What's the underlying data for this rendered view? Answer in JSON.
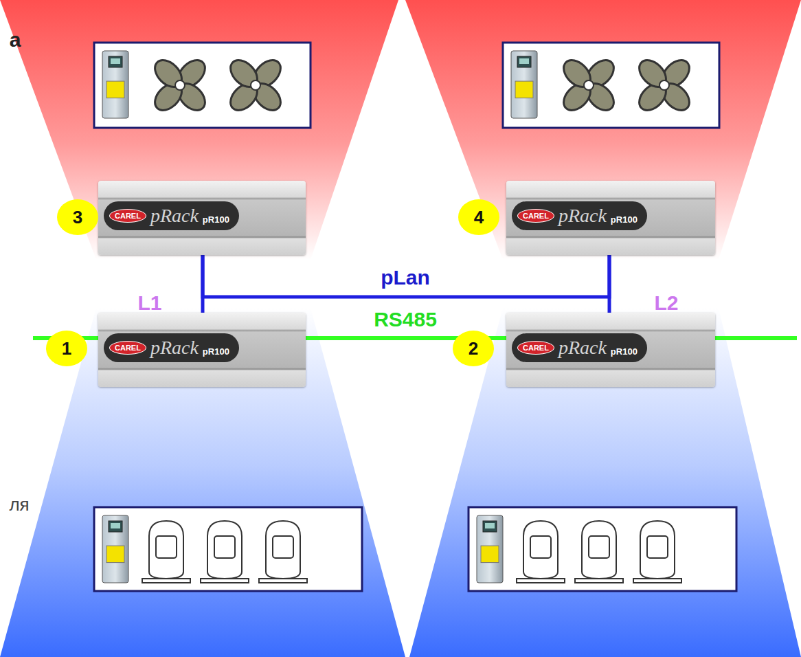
{
  "diagram": {
    "nodes": [
      {
        "text": [
          "CAREL",
          "pRack",
          "pR100"
        ]
      },
      {
        "text": [
          "CAREL",
          "pRack",
          "pR100"
        ]
      },
      {
        "text": [
          "CAREL",
          "pRack",
          "pR100"
        ]
      },
      {
        "text": [
          "CAREL",
          "pRack",
          "pR100"
        ]
      }
    ],
    "edges": [
      {
        "from": 0,
        "to": 1,
        "arrow": "none"
      },
      {
        "from": 0,
        "to": 2,
        "arrow": "none"
      },
      {
        "from": 1,
        "to": 3,
        "arrow": "none"
      },
      {
        "from": 2,
        "to": 3,
        "arrow": "none"
      }
    ],
    "labels": [
      "а",
      "3",
      "4",
      "pLan",
      "L1",
      "L2",
      "RS485",
      "1",
      "2",
      "ля"
    ]
  }
}
